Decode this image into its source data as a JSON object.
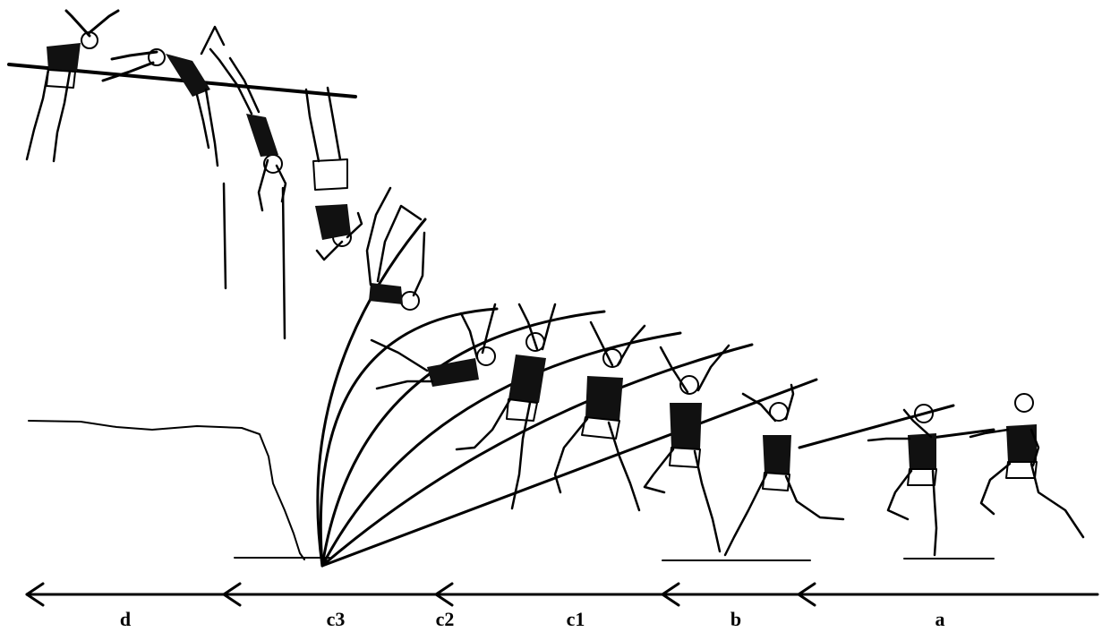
{
  "phases": [
    {
      "id": "d",
      "label": "d"
    },
    {
      "id": "c3",
      "label": "c3"
    },
    {
      "id": "c2",
      "label": "c2"
    },
    {
      "id": "c1",
      "label": "c1"
    },
    {
      "id": "b",
      "label": "b"
    },
    {
      "id": "a",
      "label": "a"
    }
  ],
  "colors": {
    "ink": "#000000",
    "background": "#ffffff"
  }
}
